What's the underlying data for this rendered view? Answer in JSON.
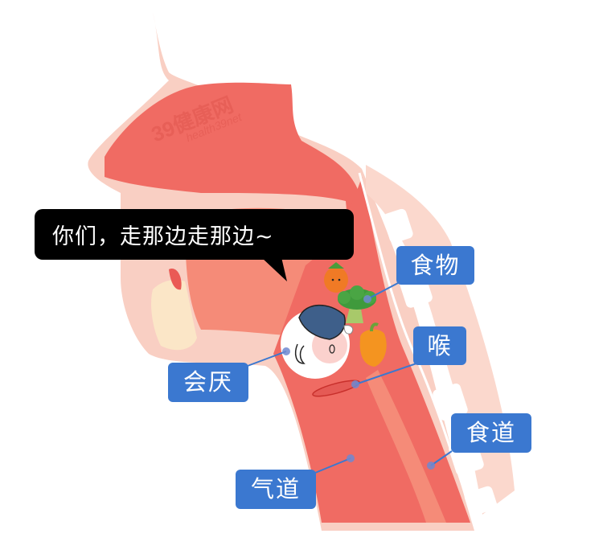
{
  "speech_bubble": {
    "text": "你们，走那边走那边~"
  },
  "watermark": {
    "brand": "39健康网",
    "url_text": "health39net"
  },
  "labels": {
    "food": "食物",
    "larynx": "喉",
    "epiglottis": "会厌",
    "esophagus": "食道",
    "trachea": "气道"
  },
  "colors": {
    "label_bg": "#3b78d0",
    "tissue_dark": "#f06b63",
    "tissue_light": "#f9cfc3",
    "tissue_mid": "#f58b78",
    "bone": "#fbd8cd",
    "bubble_bg": "#000000"
  }
}
